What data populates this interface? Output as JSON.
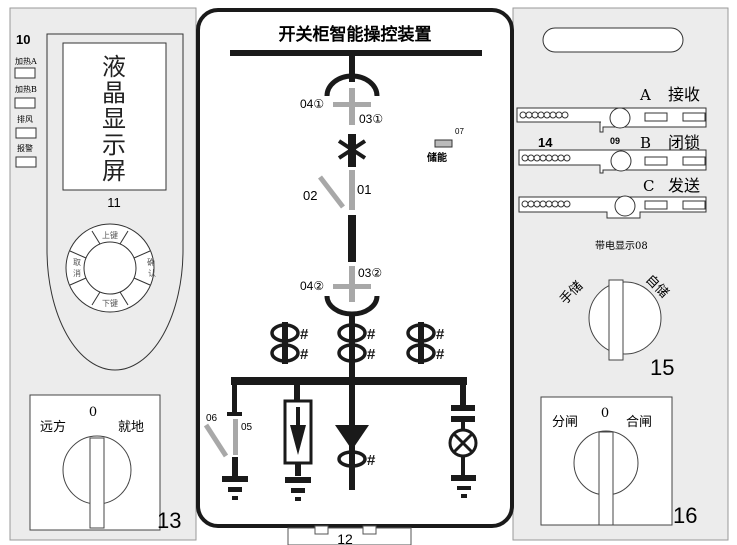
{
  "title": "开关柜智能操控装置",
  "colors": {
    "panel_bg": "#ececec",
    "line": "#1a1a1a",
    "gray_contact": "#a8a8a8"
  },
  "left_panel": {
    "id_label": "10",
    "indicators": [
      "加热A",
      "加热B",
      "排风",
      "报警"
    ],
    "lcd_text": [
      "液",
      "晶",
      "显",
      "示",
      "屏"
    ],
    "lcd_label": "11",
    "keys": {
      "up": "上键",
      "down": "下键",
      "cancel": [
        "取",
        "消"
      ],
      "confirm": [
        "确",
        "认"
      ]
    },
    "remote_switch": {
      "left": "远方",
      "center": "0",
      "right": "就地",
      "label": "13"
    }
  },
  "center_panel": {
    "labels": {
      "top_earth": "04①",
      "top_iso": "03①",
      "storage_id": "07",
      "storage": "储能",
      "earth_sw": "02",
      "breaker_contact": "01",
      "bot_earth": "04②",
      "bot_iso": "03②",
      "branch_earth": "06",
      "branch_contact": "05",
      "bottom_id": "12"
    },
    "ct_mark": "#"
  },
  "right_panel": {
    "rows": [
      {
        "letter": "A",
        "label": "接收"
      },
      {
        "letter": "B",
        "label": "闭锁"
      },
      {
        "letter": "C",
        "label": "发送"
      }
    ],
    "row_id": "14",
    "knob_id": "09",
    "live_display": "带电显示08",
    "storage_switch": {
      "left": "手储",
      "right": "自储",
      "label": "15"
    },
    "breaker_switch": {
      "left": "分闸",
      "center": "0",
      "right": "合闸",
      "label": "16"
    }
  }
}
